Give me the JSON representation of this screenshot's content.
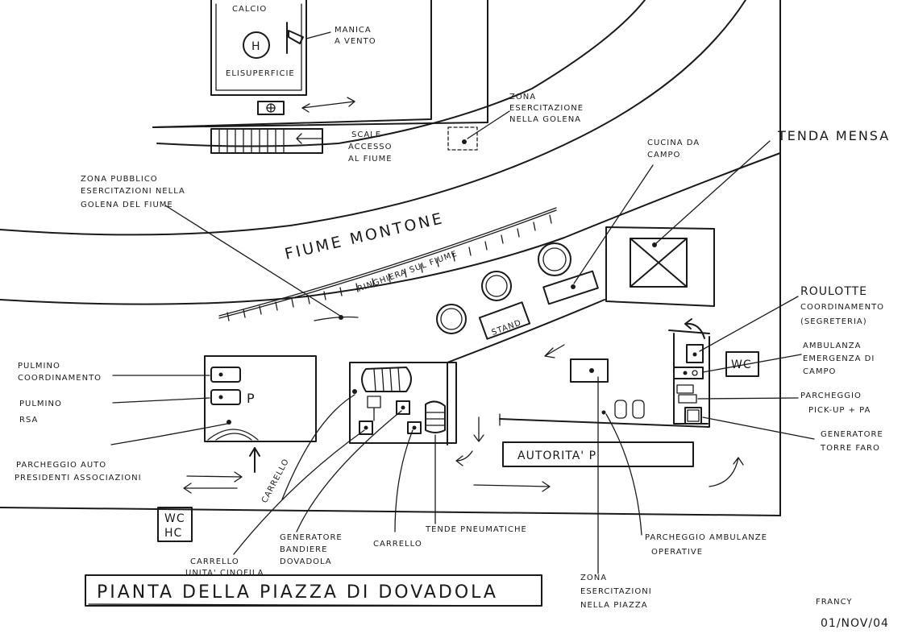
{
  "title": "PIANTA DELLA PIAZZA DI DOVADOLA",
  "signature": {
    "author": "FRANCY",
    "date": "01/NOV/04"
  },
  "top_area": {
    "calcio": "CALCIO",
    "helipad": "ELISUPERFICIE",
    "helipad_symbol": "H",
    "windsock": [
      "MANICA",
      "A VENTO"
    ],
    "stairs": [
      "SCALE",
      "ACCESSO",
      "AL FIUME"
    ],
    "zone_golena": [
      "ZONA",
      "ESERCITAZIONE",
      "NELLA GOLENA"
    ]
  },
  "river": {
    "name": "FIUME MONTONE",
    "railing": "RINGHIERA SUL FIUME",
    "zona_pubblico": [
      "ZONA PUBBLICO",
      "ESERCITAZIONI NELLA",
      "GOLENA DEL FIUME"
    ]
  },
  "camp": {
    "cucina": [
      "CUCINA DA",
      "CAMPO"
    ],
    "tenda_mensa": "TENDA MENSA",
    "stand": "STAND",
    "roulotte": [
      "ROULOTTE",
      "COORDINAMENTO",
      "(SEGRETERIA)"
    ],
    "ambulanza": [
      "AMBULANZA",
      "EMERGENZA DI",
      "CAMPO"
    ],
    "parcheggio_pickup": [
      "PARCHEGGIO",
      "PICK-UP + PA"
    ],
    "generatore_torre": [
      "GENERATORE",
      "TORRE FARO"
    ],
    "wc_right": "WC",
    "autorita": "AUTORITA' P"
  },
  "left_lot": {
    "pulmino_coord": [
      "PULMINO",
      "COORDINAMENTO"
    ],
    "pulmino_rsa": [
      "PULMINO",
      "RSA"
    ],
    "parcheggio_auto": [
      "PARCHEGGIO AUTO",
      "PRESIDENTI ASSOCIAZIONI"
    ],
    "p_symbol": "P",
    "wc_hc": [
      "WC",
      "HC"
    ]
  },
  "bottom_labels": {
    "carrello_a": "CARRELLO",
    "carrello_unita": [
      "CARRELLO",
      "UNITA' CINOFILA"
    ],
    "generatore_bandiere": [
      "GENERATORE",
      "BANDIERE",
      "DOVADOLA"
    ],
    "carrello_b": "CARRELLO",
    "tende": "TENDE PNEUMATICHE",
    "zona_piazza": [
      "ZONA",
      "ESERCITAZIONI",
      "NELLA PIAZZA"
    ],
    "parcheggio_ambulanze": [
      "PARCHEGGIO AMBULANZE",
      "OPERATIVE"
    ]
  }
}
